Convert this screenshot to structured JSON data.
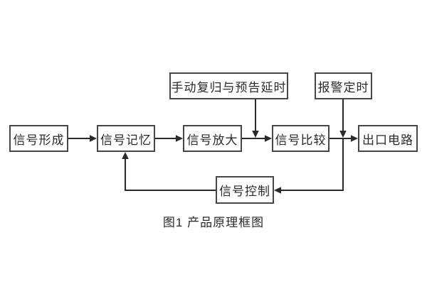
{
  "diagram": {
    "type": "block-diagram",
    "caption": "图1 产品原理框图",
    "nodes": {
      "signal_forming": {
        "label": "信号形成"
      },
      "signal_memory": {
        "label": "信号记忆"
      },
      "signal_amplify": {
        "label": "信号放大"
      },
      "signal_compare": {
        "label": "信号比较"
      },
      "output_circuit": {
        "label": "出口电路"
      },
      "manual_reset_delay": {
        "label": "手动复归与预告延时"
      },
      "alarm_timing": {
        "label": "报警定时"
      },
      "signal_control": {
        "label": "信号控制"
      }
    },
    "edges": [
      {
        "from": "信号形成",
        "to": "信号记忆"
      },
      {
        "from": "信号记忆",
        "to": "信号放大"
      },
      {
        "from": "信号放大",
        "to": "信号比较"
      },
      {
        "from": "信号比较",
        "to": "出口电路"
      },
      {
        "from": "手动复归与预告延时",
        "to": "信号放大与信号比较之间连线"
      },
      {
        "from": "报警定时",
        "to": "信号比较与出口电路之间连线"
      },
      {
        "from": "信号比较输出",
        "to": "信号控制"
      },
      {
        "from": "信号控制",
        "to": "信号记忆"
      }
    ],
    "colors": {
      "background": "#ffffff",
      "box_border": "#474747",
      "line": "#2a2a2a",
      "text": "#2a2a2a"
    }
  }
}
